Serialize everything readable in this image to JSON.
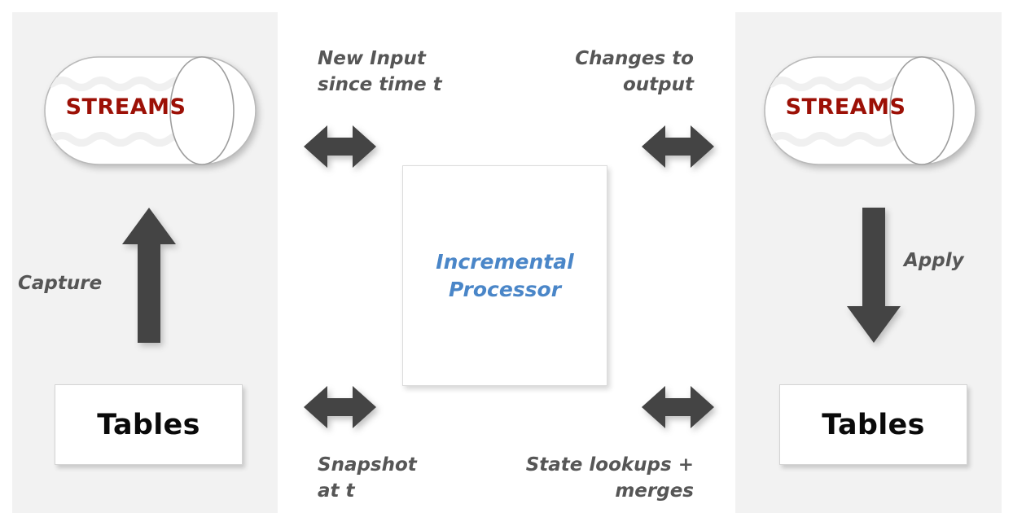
{
  "diagram": {
    "title": "Incremental stream-table processing diagram",
    "colors": {
      "panel_bg": "#f2f2f2",
      "streams_text": "#9c1006",
      "processor_text": "#4a86c8",
      "caption_text": "#565656",
      "arrow_fill": "#444444",
      "box_bg": "#ffffff"
    },
    "left_panel": {
      "streams_label": "STREAMS",
      "tables_label": "Tables",
      "capture_label": "Capture"
    },
    "right_panel": {
      "streams_label": "STREAMS",
      "tables_label": "Tables",
      "apply_label": "Apply"
    },
    "center": {
      "processor_label": "Incremental\nProcessor"
    },
    "captions": {
      "new_input": "New Input\nsince time t",
      "changes_to_output": "Changes to\noutput",
      "snapshot_at_t": "Snapshot\nat t",
      "state_lookups": "State lookups +\nmerges"
    },
    "icons": {
      "cylinder": "database-cylinder-icon",
      "up_arrow": "arrow-up-icon",
      "down_arrow": "arrow-down-icon",
      "double_arrow": "double-headed-arrow-icon"
    }
  }
}
